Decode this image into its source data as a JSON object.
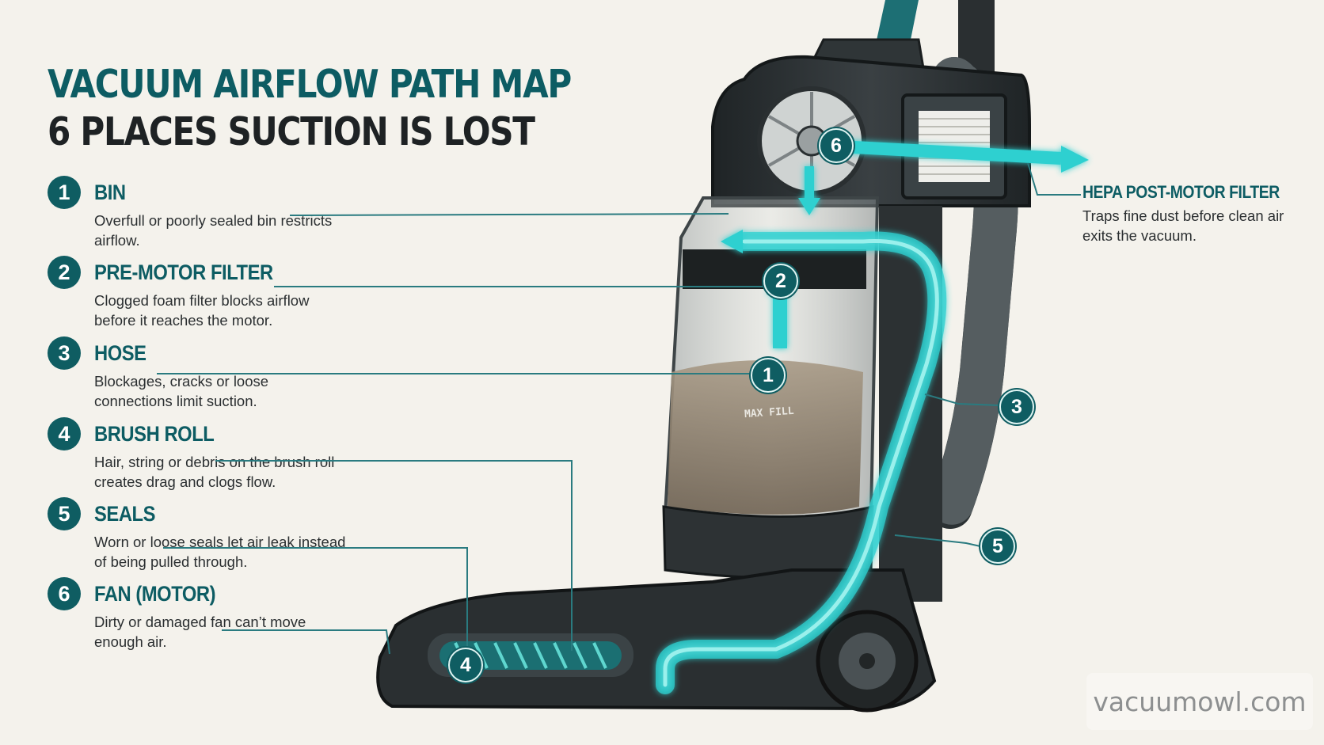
{
  "title": {
    "line1": "VACUUM AIRFLOW PATH MAP",
    "line2": "6 PLACES SUCTION IS LOST"
  },
  "items": [
    {
      "number": "1",
      "title": "BIN",
      "description": "Overfull or poorly sealed bin restricts airflow."
    },
    {
      "number": "2",
      "title": "PRE-MOTOR FILTER",
      "description": "Clogged foam filter blocks airflow before it reaches the motor."
    },
    {
      "number": "3",
      "title": "HOSE",
      "description": "Blockages, cracks or loose connections limit suction."
    },
    {
      "number": "4",
      "title": "BRUSH ROLL",
      "description": "Hair, string or debris on the brush roll creates drag and clogs flow."
    },
    {
      "number": "5",
      "title": "SEALS",
      "description": "Worn or loose seals let air leak instead of being pulled through."
    },
    {
      "number": "6",
      "title": "FAN (MOTOR)",
      "description": "Dirty or damaged fan can’t move enough air."
    }
  ],
  "hepa": {
    "title": "HEPA POST-MOTOR FILTER",
    "description": "Traps fine dust before clean air exits the vacuum."
  },
  "bin_marking": "MAX FILL",
  "watermark": "vacuumowl.com",
  "colors": {
    "accent_teal": "#0f5d62",
    "airflow_cyan": "#2ed0d0",
    "body_dark": "#2c3133",
    "background": "#f4f2ec"
  }
}
